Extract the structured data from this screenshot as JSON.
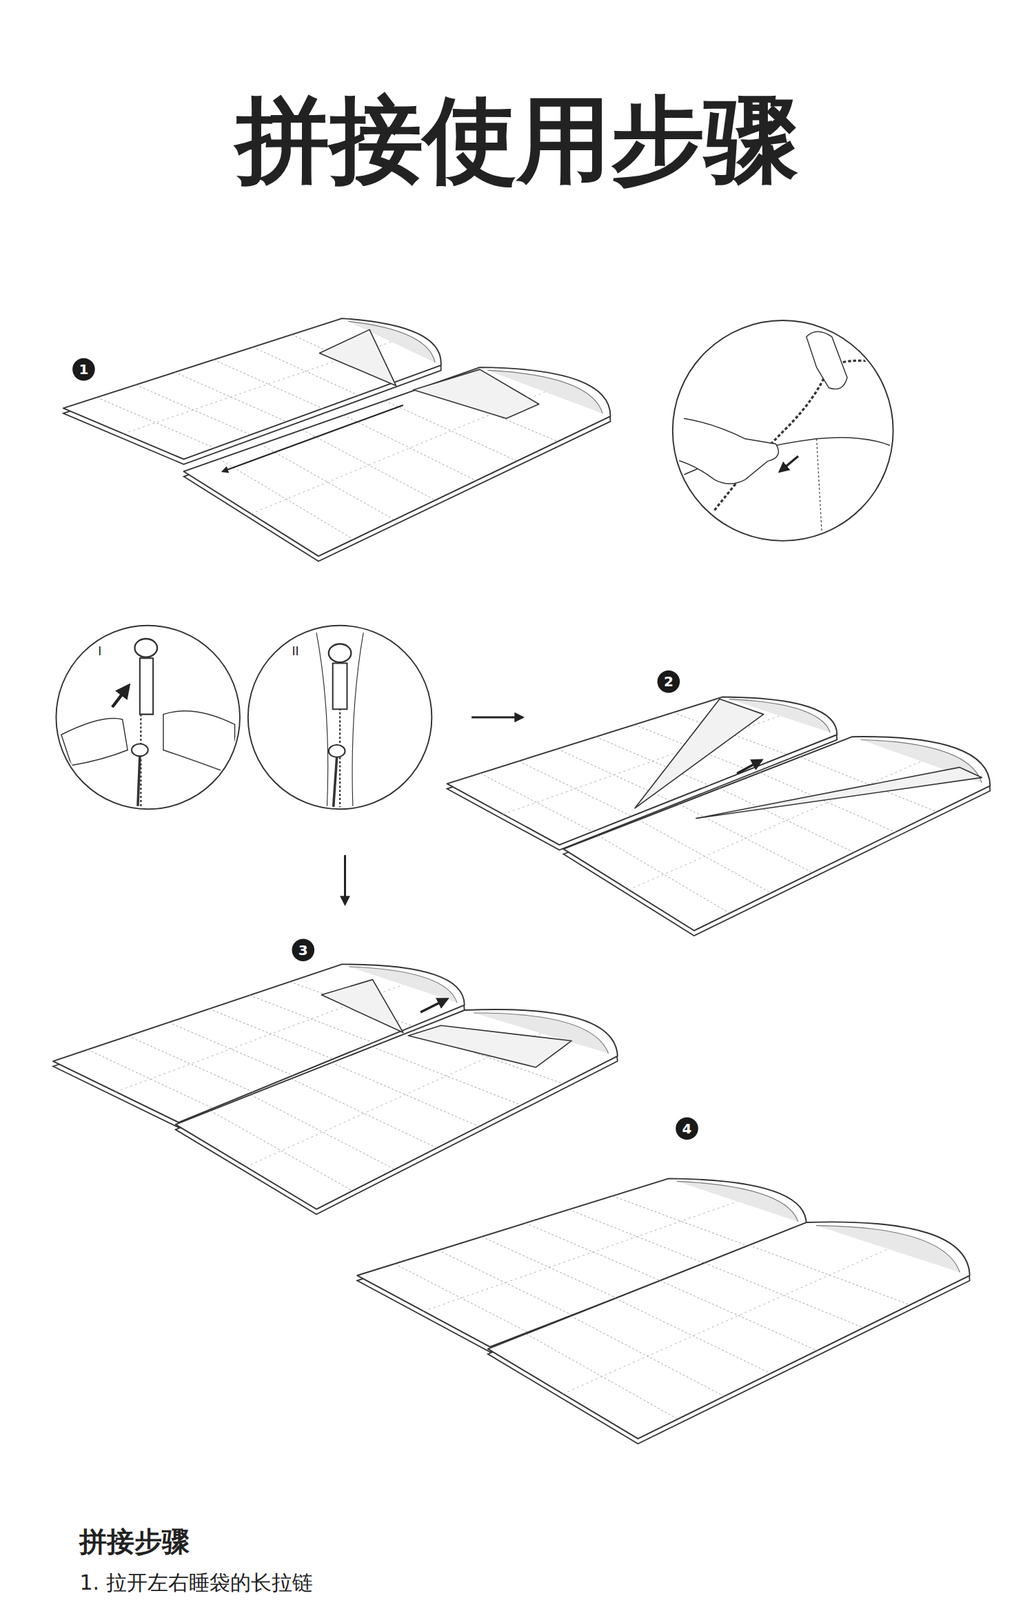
{
  "diagram": {
    "title": "拼接使用步骤",
    "labels": [
      "1",
      "I",
      "II",
      "2",
      "3",
      "4",
      "拼接步骤",
      "1. 拉开左右睡袋的长拉链"
    ]
  }
}
